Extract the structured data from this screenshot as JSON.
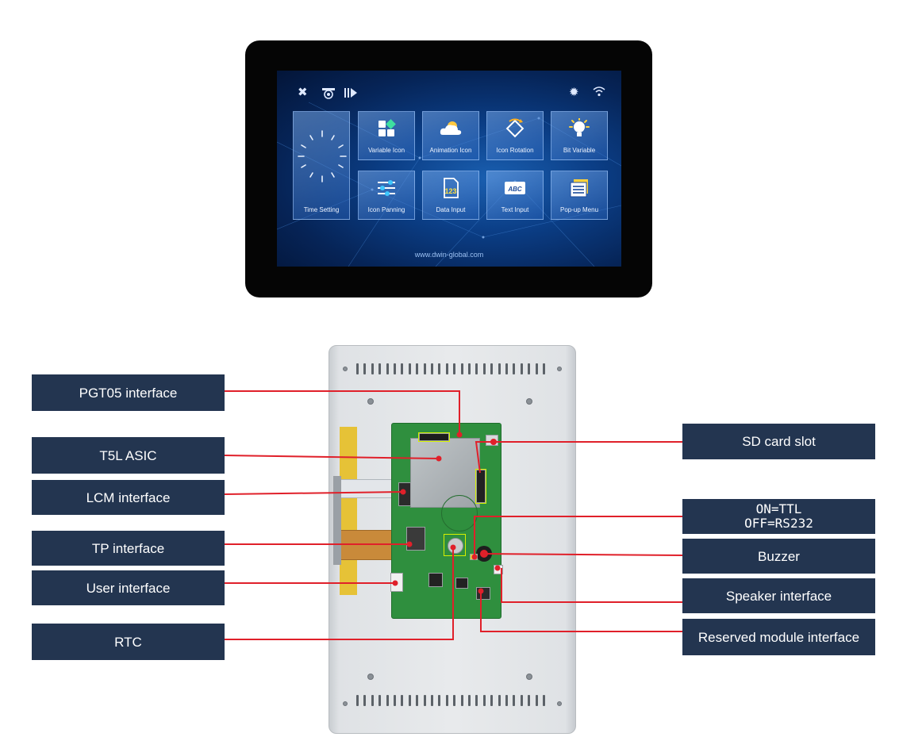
{
  "screen": {
    "tiles": [
      {
        "label": "Time Setting",
        "icon": "clock-icon"
      },
      {
        "label": "Variable Icon",
        "icon": "grid-icon"
      },
      {
        "label": "Animation Icon",
        "icon": "cloud-icon"
      },
      {
        "label": "Icon Rotation",
        "icon": "rotate-icon"
      },
      {
        "label": "Bit Variable",
        "icon": "bulb-icon"
      },
      {
        "label": "Icon Panning",
        "icon": "sliders-icon"
      },
      {
        "label": "Data Input",
        "icon": "data-input-icon"
      },
      {
        "label": "Text Input",
        "icon": "keyboard-icon"
      },
      {
        "label": "Pop-up Menu",
        "icon": "menu-icon"
      }
    ],
    "url": "www.dwin-global.com",
    "status_icons": [
      "tools-icon",
      "camera-icon",
      "play-icon",
      "brightness-icon",
      "wifi-icon"
    ]
  },
  "callouts": {
    "pgt05": "PGT05 interface",
    "t5l": "T5L ASIC",
    "lcm": "LCM interface",
    "tp": "TP interface",
    "user": "User interface",
    "rtc": "RTC",
    "sd": "SD card slot",
    "switch_on": "ON=TTL",
    "switch_off": "OFF=RS232",
    "buzzer": "Buzzer",
    "speaker": "Speaker interface",
    "reserved": "Reserved module interface"
  },
  "colors": {
    "callout_bg": "#233550",
    "leader_line": "#e0202a",
    "highlight": "#d6f000"
  }
}
